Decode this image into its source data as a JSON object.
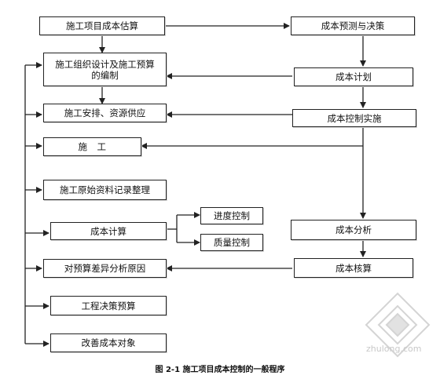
{
  "left_column": {
    "estimate": "施工项目成本估算",
    "design_budget_line1": "施工组织设计及施工预算",
    "design_budget_line2": "的编制",
    "arrangement": "施工安排、资源供应",
    "construction": "施　工",
    "records": "施工原始资料记录整理",
    "cost_calc": "成本计算",
    "variance": "对预算差异分析原因",
    "decision_budget": "工程决策预算",
    "improve": "改善成本对象"
  },
  "sub_branch": {
    "progress": "进度控制",
    "quality": "质量控制"
  },
  "right_column": {
    "forecast": "成本预测与决策",
    "plan": "成本计划",
    "control": "成本控制实施",
    "analysis": "成本分析",
    "accounting": "成本核算"
  },
  "caption": "图 2-1  施工项目成本控制的一般程序",
  "watermark_text": "zhulong.com",
  "colors": {
    "line": "#222222",
    "watermark": "#cfcfcf"
  }
}
